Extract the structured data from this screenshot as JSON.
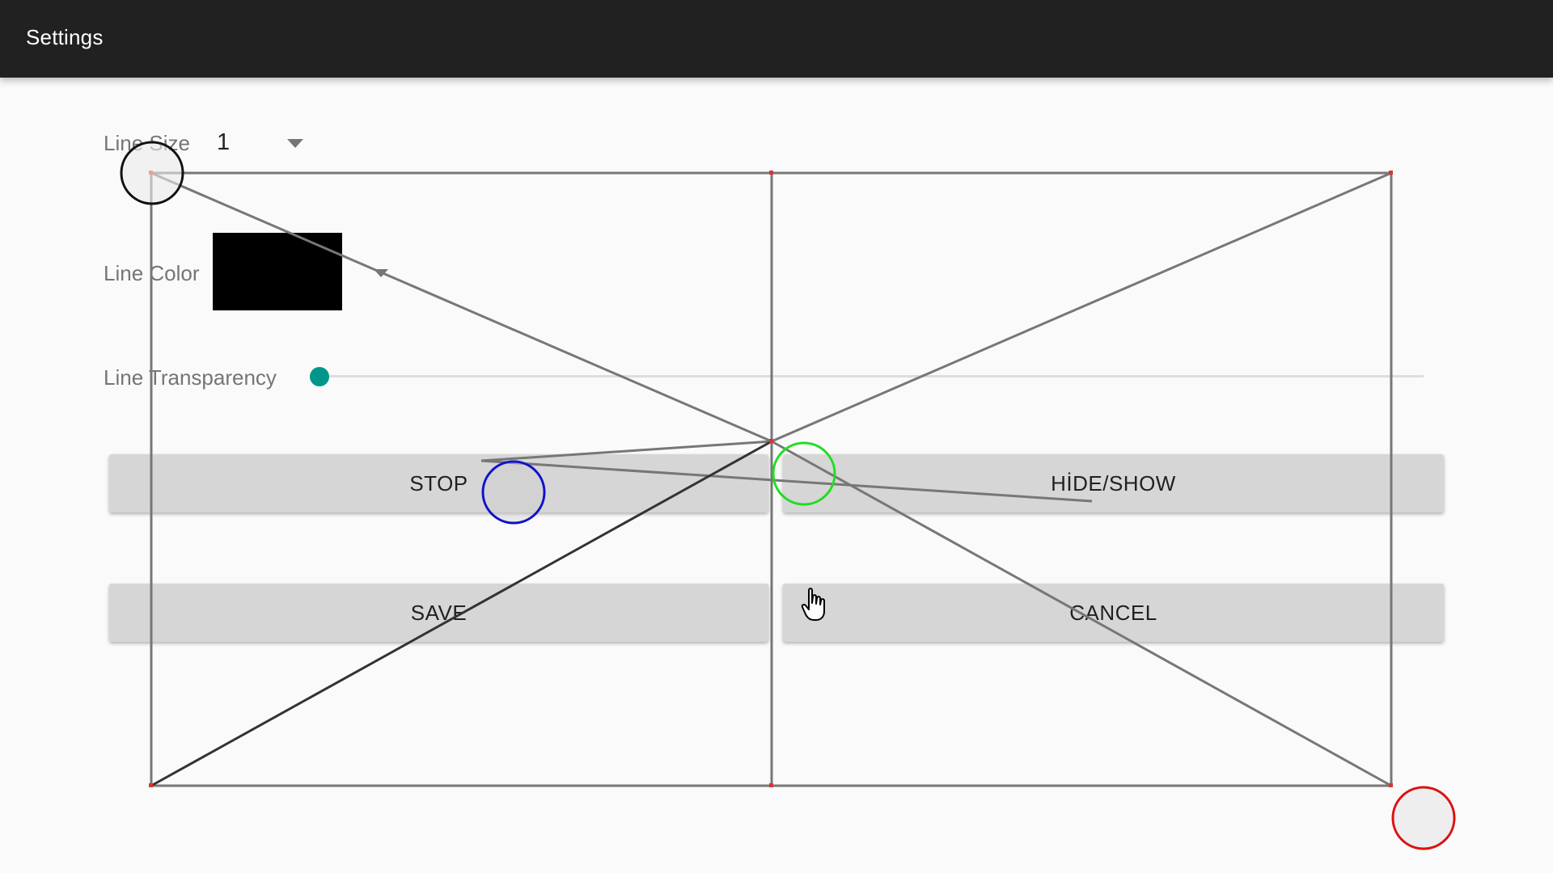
{
  "app_bar": {
    "title": "Settings"
  },
  "line_size": {
    "label": "Line Size",
    "value": "1"
  },
  "line_color": {
    "label": "Line Color",
    "value": "#000000"
  },
  "line_transparency": {
    "label": "Line Transparency",
    "value": 0
  },
  "buttons": {
    "stop": "STOP",
    "hide_show": "HİDE/SHOW",
    "save": "SAVE",
    "cancel": "CANCEL"
  },
  "colors": {
    "app_bar": "#212121",
    "accent": "#00968a",
    "button": "#d6d6d6",
    "overlay_line": "#777777",
    "marker_black": "#111111",
    "marker_green": "#22dd22",
    "marker_blue": "#1111cc",
    "marker_red": "#dd1111"
  },
  "icons": {
    "cursor": "hand-pointer-icon",
    "dropdown": "triangle-down-icon"
  }
}
